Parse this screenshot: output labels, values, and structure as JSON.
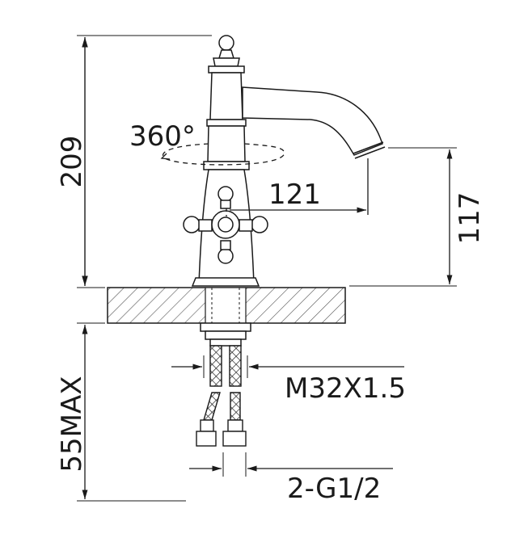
{
  "dimensions": {
    "total_height": "209",
    "spout_reach": "121",
    "spout_height": "117",
    "rotation": "360°",
    "max_deck_thickness": "55MAX",
    "thread": "M32X1.5",
    "hose_connections": "2-G1/2"
  },
  "colors": {
    "line": "#1a1a1a",
    "hatch": "#555555",
    "background": "#ffffff"
  }
}
